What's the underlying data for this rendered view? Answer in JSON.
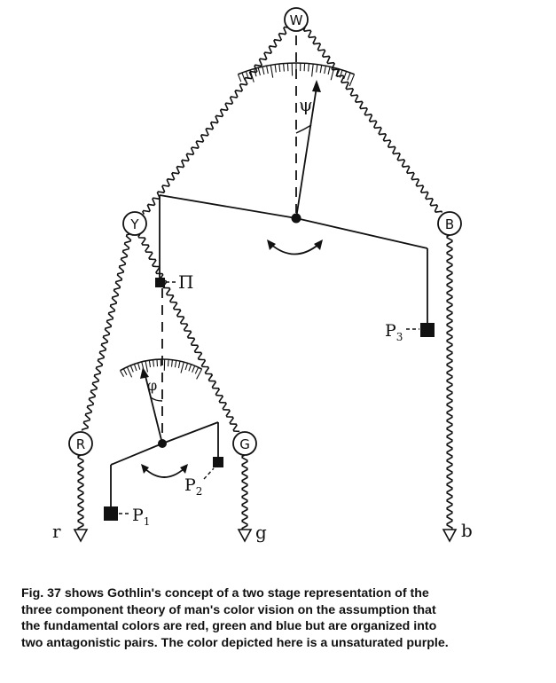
{
  "figure": {
    "nodes": {
      "W": "W",
      "Y": "Y",
      "B": "B",
      "R": "R",
      "G": "G"
    },
    "angle_upper": "ψ",
    "angle_lower": "φ",
    "pi_label": "Π",
    "p1_label": "P",
    "p1_sub": "1",
    "p2_label": "P",
    "p2_sub": "2",
    "p3_label": "P",
    "p3_sub": "3",
    "out_r": "r",
    "out_g": "g",
    "out_b": "b"
  },
  "caption": "Fig. 37 shows Gothlin's concept of a two stage representation of the\nthree component theory of man's color vision on the assumption that\nthe fundamental colors are red, green and blue but are organized into\n two antagonistic pairs. The color depicted here is a unsaturated purple."
}
